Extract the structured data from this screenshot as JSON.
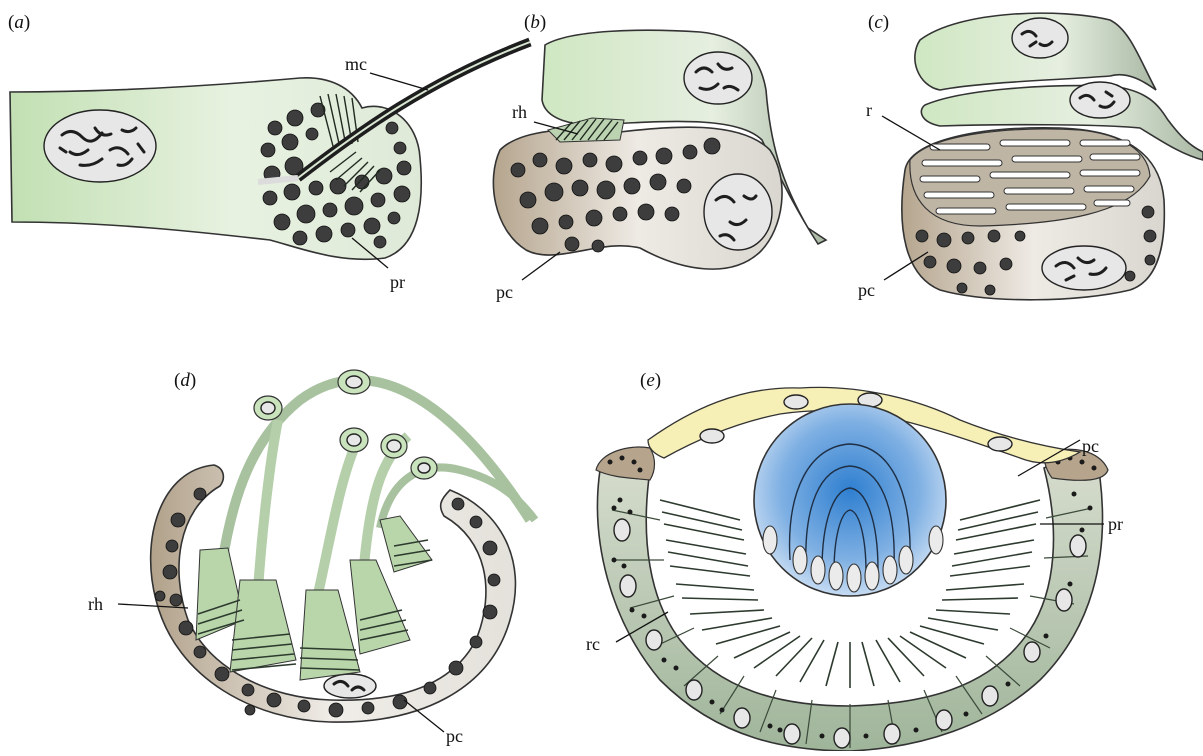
{
  "figure": {
    "panels": [
      {
        "id": "a",
        "label": "a",
        "annotations": [
          "mc",
          "pr"
        ]
      },
      {
        "id": "b",
        "label": "b",
        "annotations": [
          "rh",
          "pc"
        ]
      },
      {
        "id": "c",
        "label": "c",
        "annotations": [
          "r",
          "pc"
        ]
      },
      {
        "id": "d",
        "label": "d",
        "annotations": [
          "rh",
          "pc"
        ]
      },
      {
        "id": "e",
        "label": "e",
        "annotations": [
          "pc",
          "pr",
          "rc"
        ]
      }
    ],
    "colors": {
      "cell_green": "#c9e3bc",
      "cell_green_light": "#eef6e8",
      "pigment_brown": "#b8a892",
      "lens_blue": "#4a8ed3",
      "support_yellow": "#f6efb6",
      "granule": "#3d3d3d"
    }
  }
}
